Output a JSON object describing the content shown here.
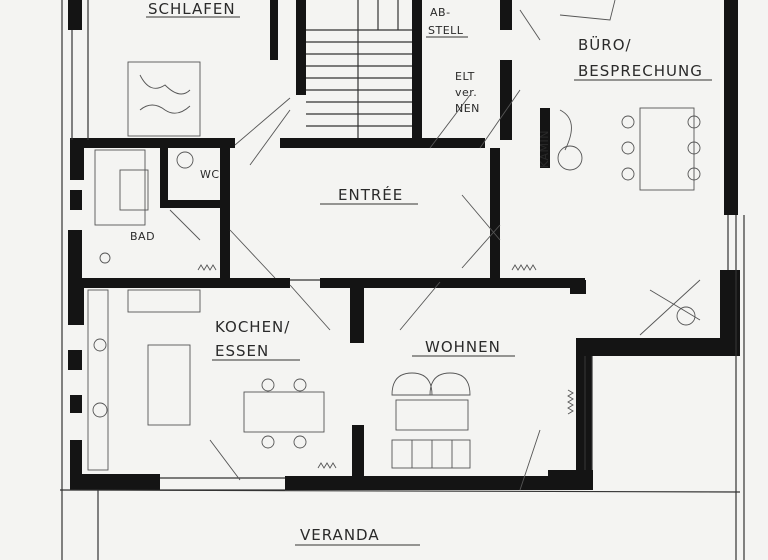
{
  "rooms": {
    "schlafen": "SCHLAFEN",
    "abstell_line1": "AB-",
    "abstell_line2": "STELL",
    "elternraum_line1": "ELT",
    "elternraum_line2": "ver.",
    "elternraum_line3": "NEN",
    "buero_line1": "BÜRO/",
    "buero_line2": "BESPRECHUNG",
    "kamin": "KAMIN",
    "wc": "WC",
    "entree": "ENTRÉE",
    "bad": "BAD",
    "kochen_line1": "KOCHEN/",
    "kochen_line2": "ESSEN",
    "wohnen": "WOHNEN",
    "veranda": "VERANDA"
  }
}
